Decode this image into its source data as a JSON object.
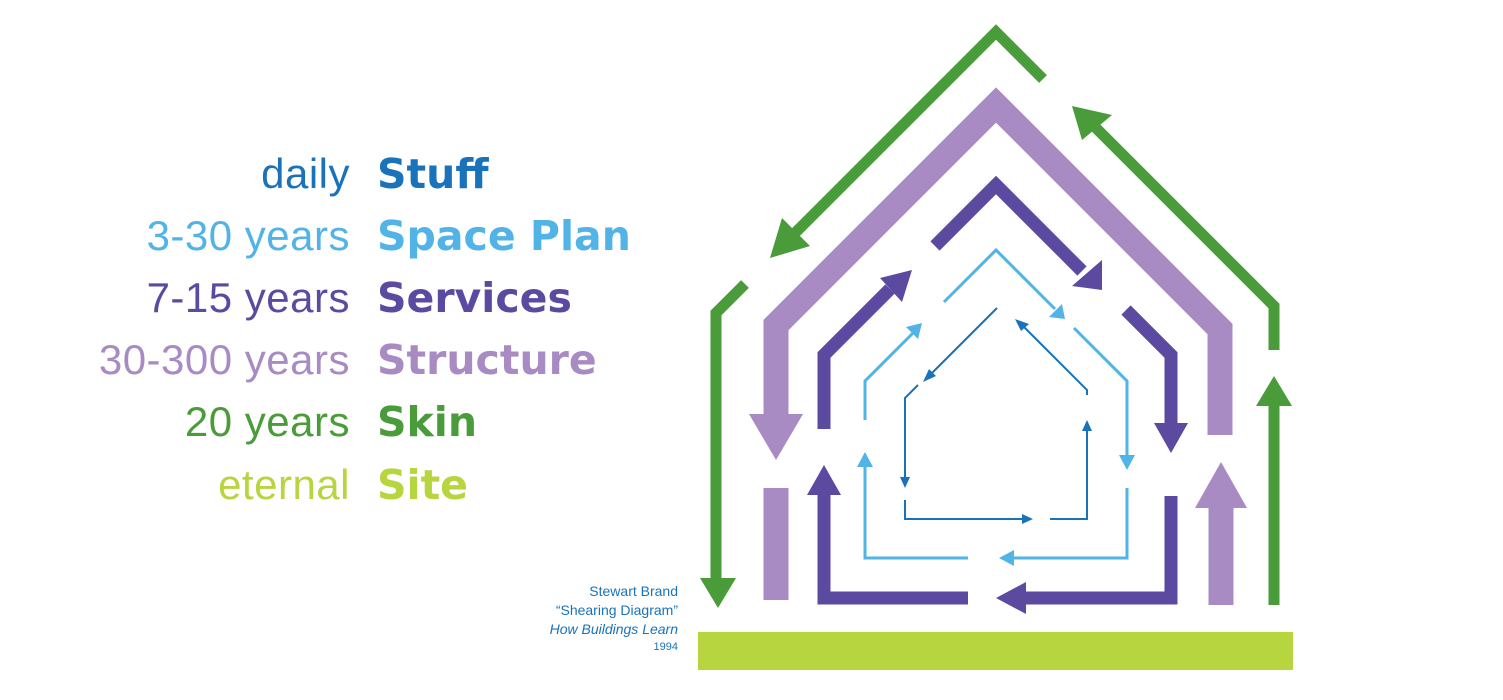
{
  "legend": [
    {
      "duration": "daily",
      "layer": "Stuff",
      "color": "#1a73ba"
    },
    {
      "duration": "3-30 years",
      "layer": "Space Plan",
      "color": "#52b3e6"
    },
    {
      "duration": "7-15 years",
      "layer": "Services",
      "color": "#5b4aa0"
    },
    {
      "duration": "30-300 years",
      "layer": "Structure",
      "color": "#a98bc4"
    },
    {
      "duration": "20 years",
      "layer": "Skin",
      "color": "#4a9b3a"
    },
    {
      "duration": "eternal",
      "layer": "Site",
      "color": "#b6d53e"
    }
  ],
  "credit": {
    "author": "Stewart Brand",
    "title": "“Shearing Diagram”",
    "book": "How Buildings Learn",
    "year": "1994"
  }
}
